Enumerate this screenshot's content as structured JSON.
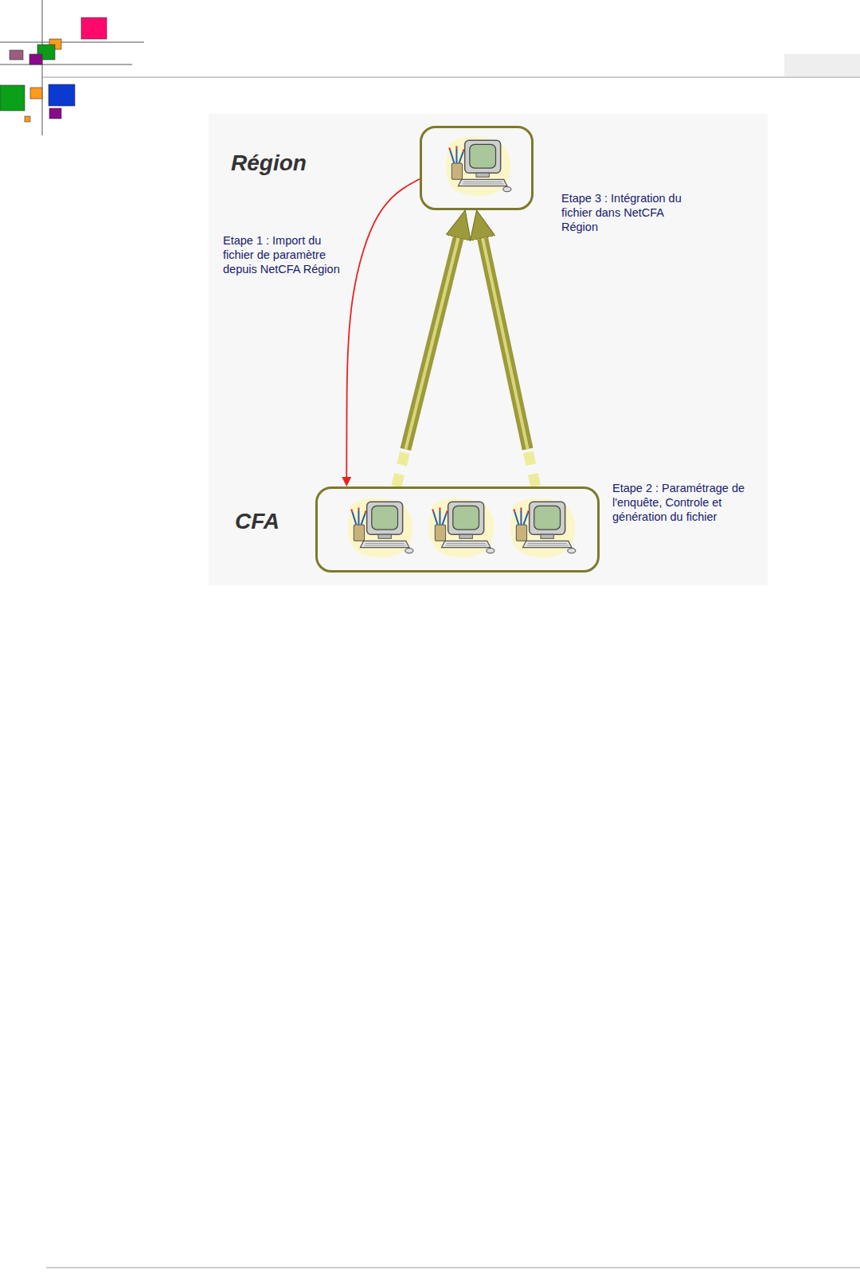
{
  "diagram": {
    "nodes": [
      {
        "text": [
          "Région"
        ]
      },
      {
        "text": [
          "CFA"
        ]
      }
    ],
    "edges": [
      {
        "from": 0,
        "to": 1,
        "arrow": "to"
      },
      {
        "from": 1,
        "to": 0,
        "arrow": "to"
      },
      {
        "from": 1,
        "to": 0,
        "arrow": "to"
      }
    ],
    "labels": [
      "Etape 1 : Import du fichier de paramètre depuis NetCFA Région",
      "Etape 3 : Intégration du fichier dans NetCFA Région",
      "Etape 2 : Paramétrage de l'enquête, Controle et génération du fichier"
    ]
  }
}
